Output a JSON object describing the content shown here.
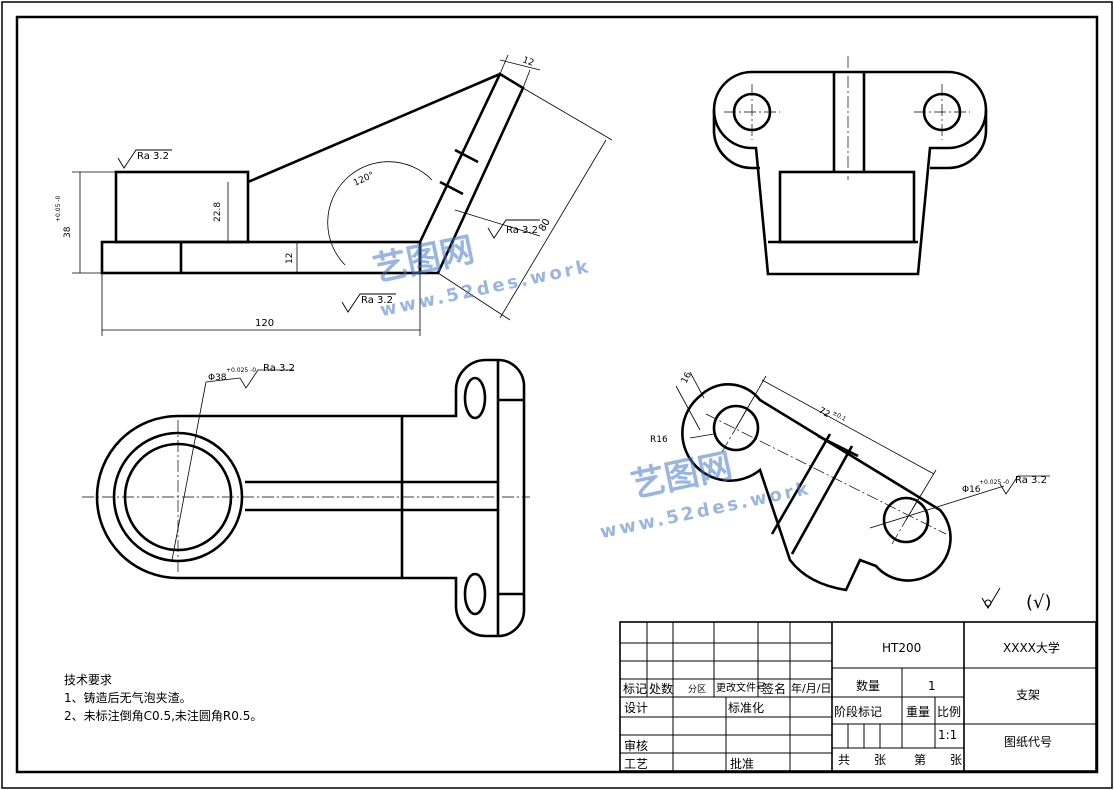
{
  "dimensions": {
    "height_38": "38",
    "height_38_tol": "+0.05 -0",
    "height_22_8": "22.8",
    "thick_12_left": "12",
    "length_120": "120",
    "angle_120": "120°",
    "thick_12_top": "12",
    "length_80": "80",
    "bore_38": "Φ38",
    "bore_38_tol": "+0.025 -0",
    "width_16": "16",
    "radius_16": "R16",
    "dist_72": "72",
    "dist_72_tol": "±0.1",
    "bore_16": "Φ16",
    "bore_16_tol": "+0.025 -0"
  },
  "roughness": {
    "top_block": "Ra 3.2",
    "incline": "Ra 3.2",
    "base": "Ra 3.2",
    "bore_38": "Ra 3.2",
    "bore_16": "Ra 3.2",
    "general_symbol": "(√)"
  },
  "notes": {
    "heading": "技术要求",
    "line1": "1、铸造后无气泡夹渣。",
    "line2": "2、未标注倒角C0.5,未注圆角R0.5。"
  },
  "title_block": {
    "material": "HT200",
    "school": "XXXX大学",
    "part_name": "支架",
    "drawing_no_label": "图纸代号",
    "qty_label": "数量",
    "qty_value": "1",
    "stage_label": "阶段标记",
    "weight_label": "重量",
    "scale_label": "比例",
    "scale_value": "1:1",
    "total_sheets": "共　　张",
    "sheet_no": "第　　张",
    "col_mark": "标记",
    "col_count": "处数",
    "col_zone": "分区",
    "col_doc": "更改文件号",
    "col_sign": "签名",
    "col_date": "年/月/日",
    "row_design": "设计",
    "row_standard": "标准化",
    "row_check": "审核",
    "row_process": "工艺",
    "row_approve": "批准"
  },
  "watermark": {
    "brand": "艺图网",
    "url": "www.52des.work"
  }
}
